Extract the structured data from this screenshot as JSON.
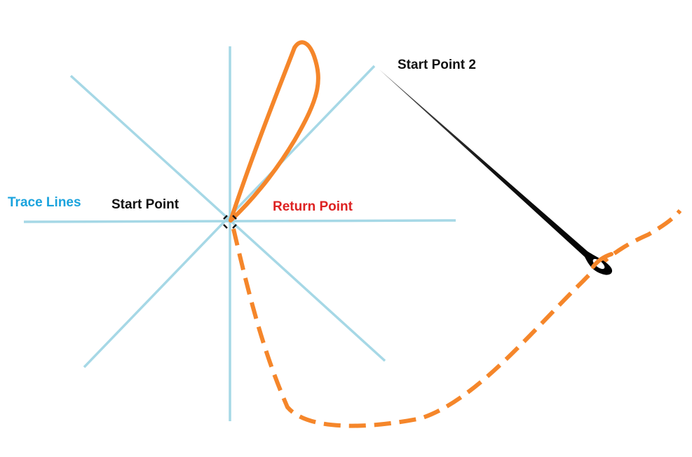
{
  "labels": {
    "trace_lines": "Trace Lines",
    "start_point": "Start Point",
    "return_point": "Return Point",
    "start_point_2": "Start Point 2"
  },
  "colors": {
    "trace_line": "#a6d8e6",
    "trace_label": "#1aa3dd",
    "thread": "#f5862a",
    "needle": "#111111",
    "return_label": "#dd2222",
    "text": "#111111"
  },
  "icons": {
    "center_marker": "crosshair-icon",
    "needle": "needle-icon"
  }
}
